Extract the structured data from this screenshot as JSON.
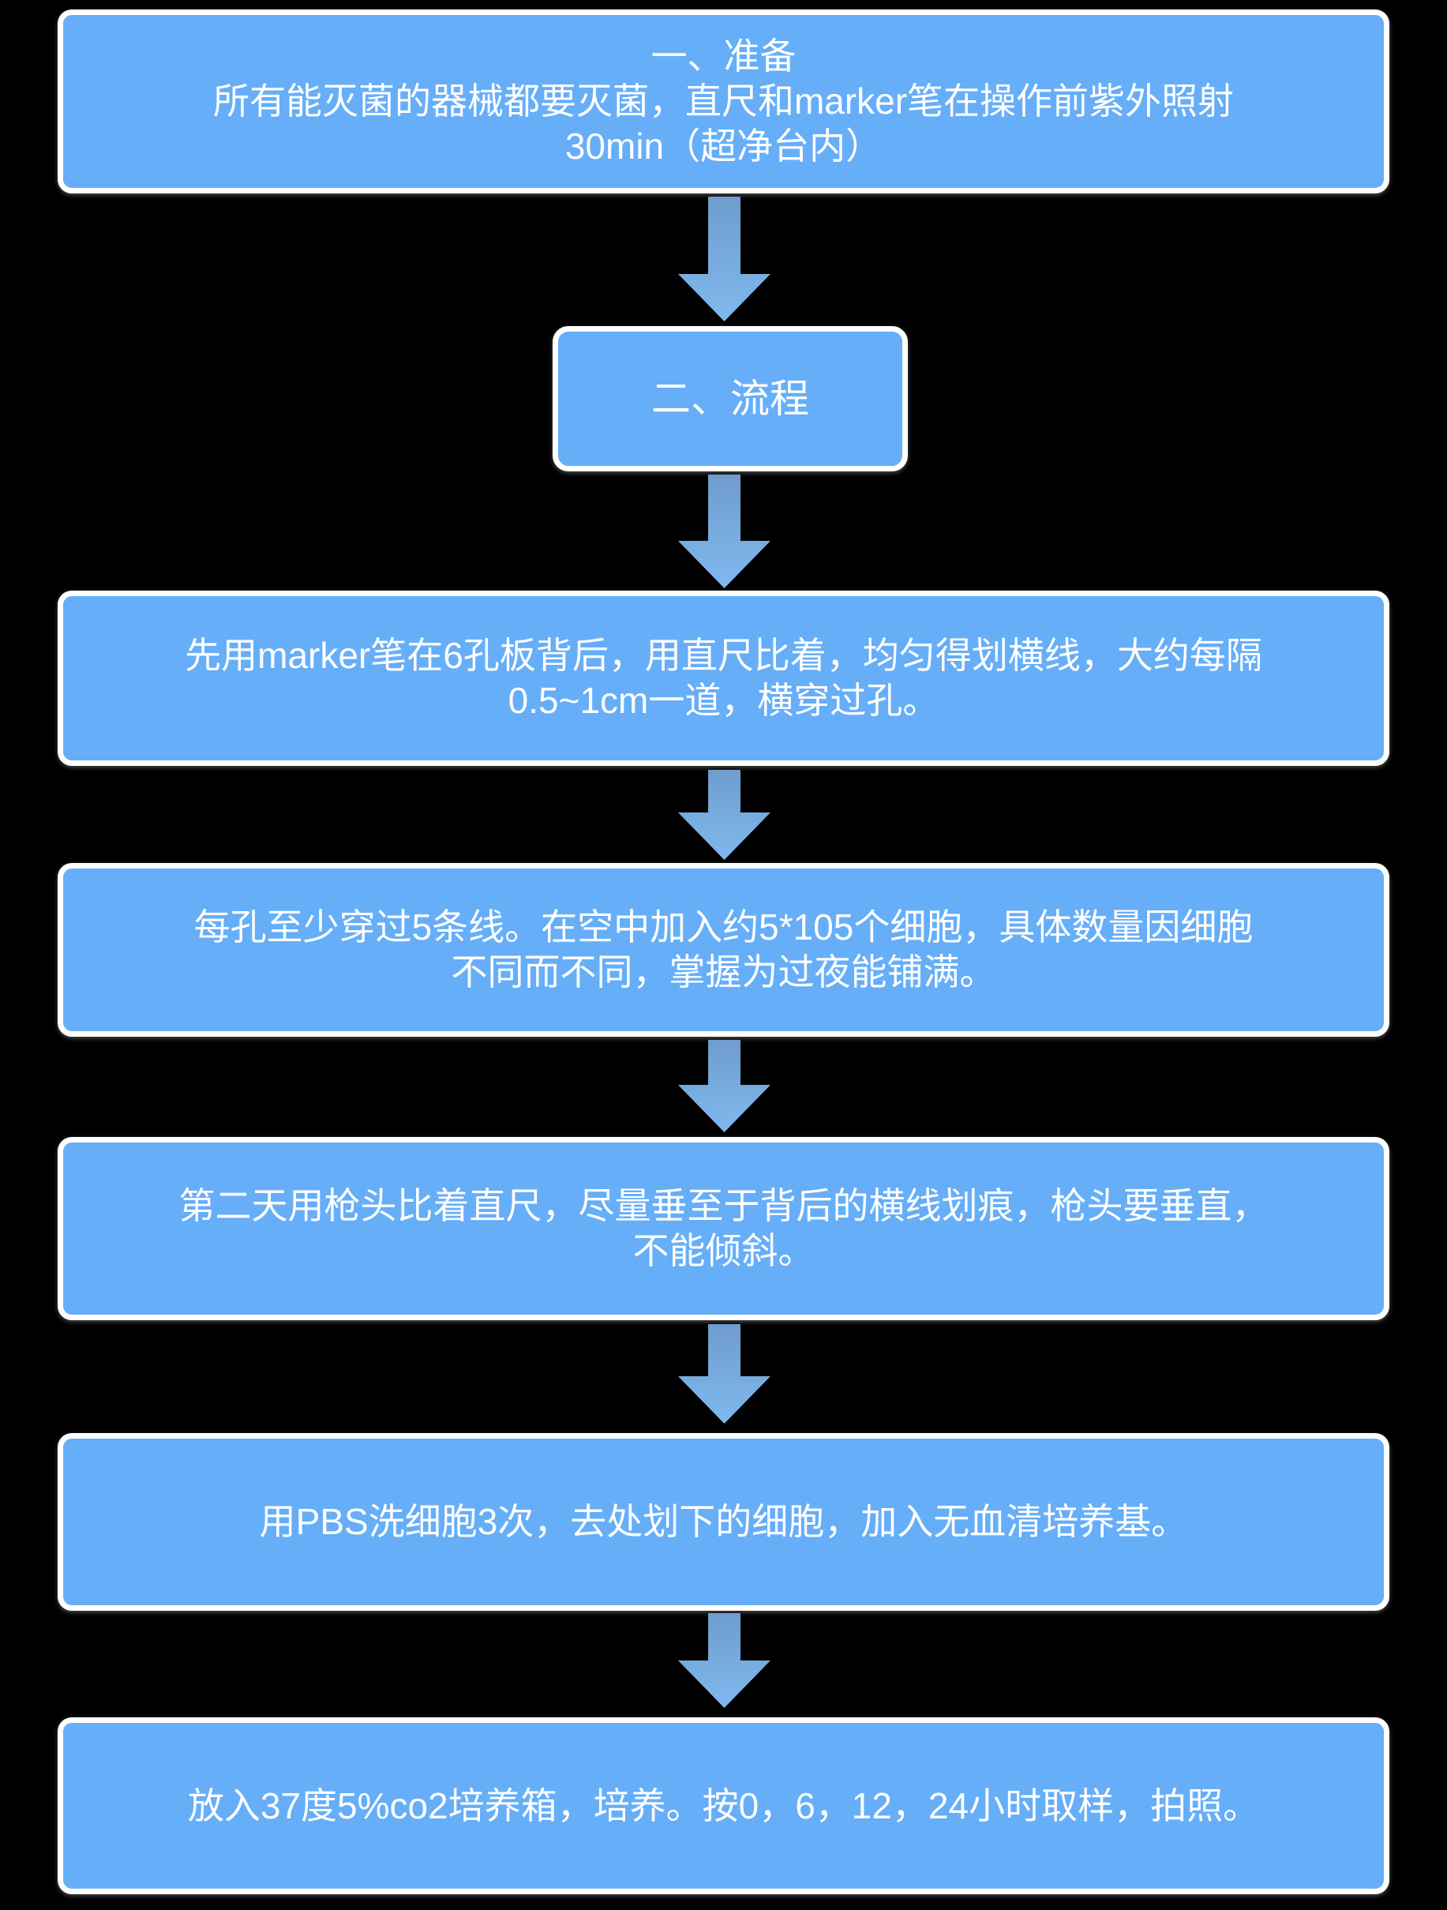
{
  "colors": {
    "background": "#000000",
    "box_fill": "#66AEF8",
    "box_border": "#FFFFFF",
    "text": "#FFFFFF",
    "arrow_gradient_top": "#6F9CCE",
    "arrow_gradient_bottom": "#7FB9EE"
  },
  "steps": [
    {
      "name": "prep",
      "lines": [
        "一、准备",
        "所有能灭菌的器械都要灭菌，直尺和marker笔在操作前紫外照射",
        "30min（超净台内）"
      ]
    },
    {
      "name": "process-header",
      "lines": [
        "二、流程"
      ]
    },
    {
      "name": "draw-lines",
      "lines": [
        "先用marker笔在6孔板背后，用直尺比着，均匀得划横线，大约每隔",
        "0.5~1cm一道，横穿过孔。"
      ]
    },
    {
      "name": "seed-cells",
      "lines": [
        "每孔至少穿过5条线。在空中加入约5*105个细胞，具体数量因细胞",
        "不同而不同，掌握为过夜能铺满。"
      ]
    },
    {
      "name": "scratch",
      "lines": [
        "第二天用枪头比着直尺，尽量垂至于背后的横线划痕，枪头要垂直，",
        "不能倾斜。"
      ]
    },
    {
      "name": "wash",
      "lines": [
        "用PBS洗细胞3次，去处划下的细胞，加入无血清培养基。"
      ]
    },
    {
      "name": "incubate",
      "lines": [
        "放入37度5%co2培养箱，培养。按0，6，12，24小时取样，拍照。"
      ]
    }
  ]
}
